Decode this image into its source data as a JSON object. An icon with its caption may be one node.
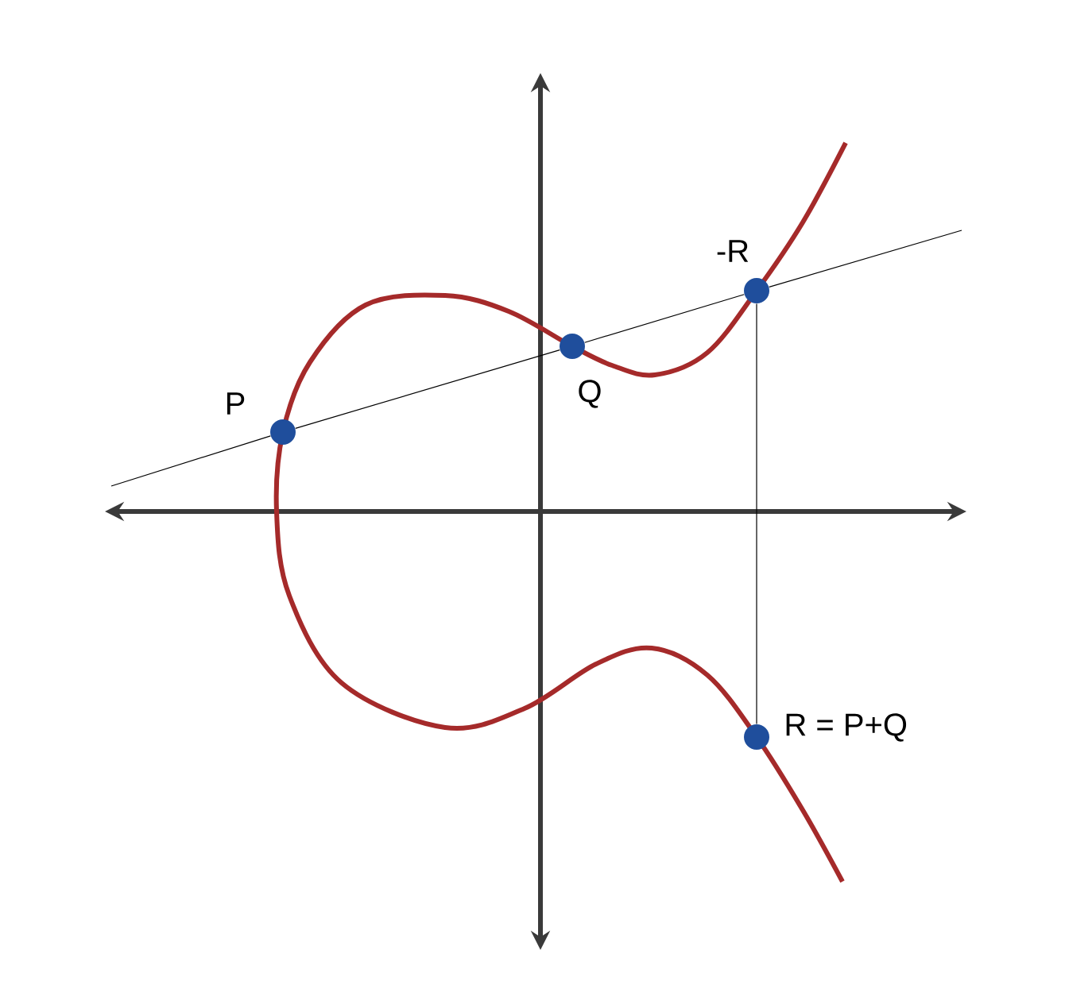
{
  "diagram": {
    "nodes": [
      {
        "text": [],
        "shape": "circle",
        "beside": [
          "P"
        ]
      },
      {
        "text": [],
        "shape": "circle",
        "beside": [
          "Q"
        ]
      },
      {
        "text": [],
        "shape": "circle",
        "beside": [
          "-R"
        ]
      },
      {
        "text": [],
        "shape": "circle",
        "beside": [
          "R = P+Q"
        ]
      }
    ],
    "edges": [
      {
        "from": null,
        "to": 0,
        "arrow": "none"
      },
      {
        "from": 0,
        "to": 1,
        "arrow": "none"
      },
      {
        "from": 1,
        "to": 2,
        "arrow": "none"
      },
      {
        "from": 2,
        "to": null,
        "arrow": "none"
      },
      {
        "from": 2,
        "to": 3,
        "arrow": "none"
      }
    ]
  }
}
